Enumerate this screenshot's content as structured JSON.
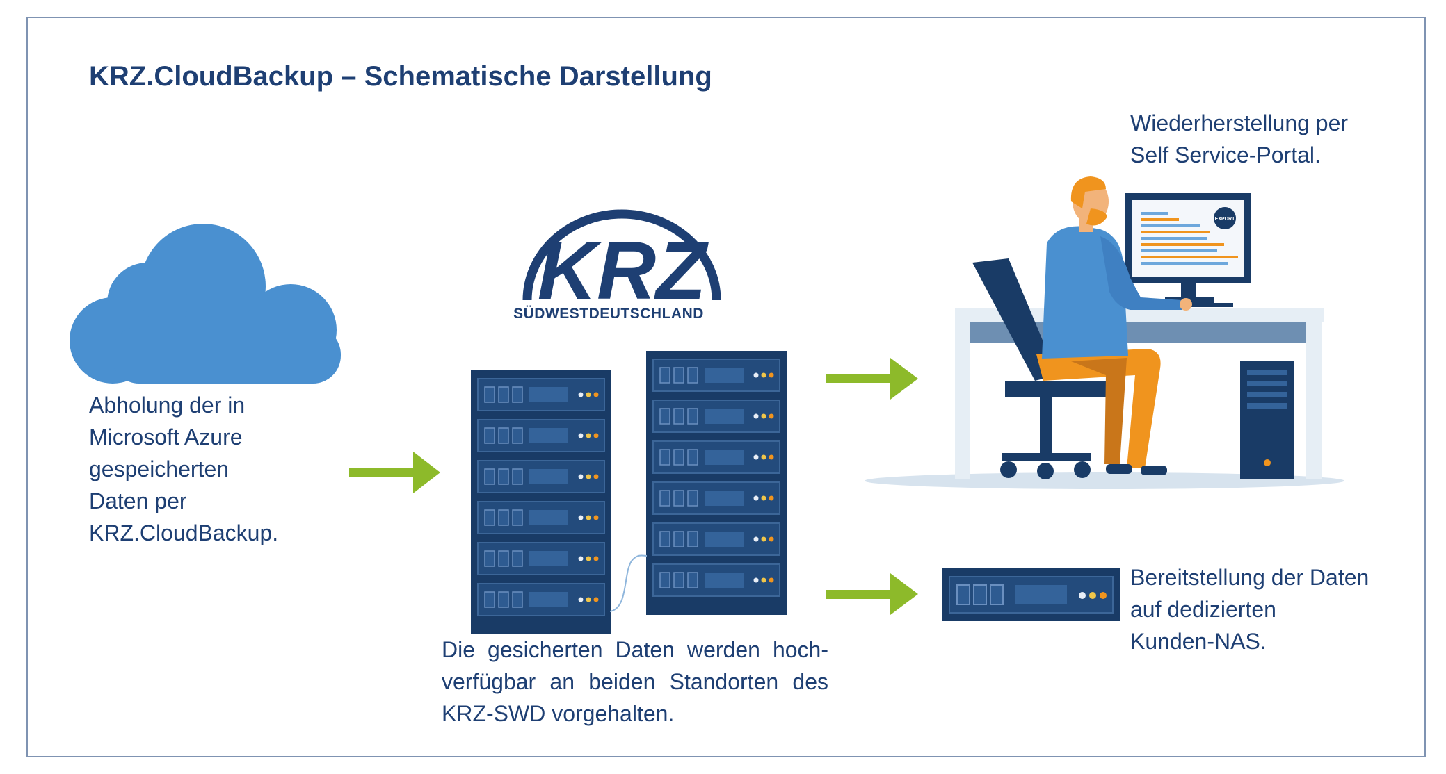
{
  "title": "KRZ.CloudBackup – Schematische Darstellung",
  "steps": {
    "collect": "Abholung der in\nMicrosoft Azure\ngespeicherten\nDaten per\nKRZ.CloudBackup.",
    "datacenter": "Die gesicherten Daten werden hoch- verfügbar an beiden Standorten des KRZ-SWD vorgehalten.",
    "restore": "Wiederherstellung per\nSelf Service-Portal.",
    "nas": "Bereitstellung der Daten\nauf dedizierten\nKunden-NAS."
  },
  "logo": {
    "letters": "KRZ",
    "subtitle": "SÜDWESTDEUTSCHLAND"
  },
  "monitor_badge": "EXPORT",
  "colors": {
    "brand_blue": "#1e3f73",
    "cloud_blue": "#4a90d0",
    "arrow_green": "#8dba2a",
    "server_navy": "#193b66",
    "person_orange": "#f0941e"
  }
}
